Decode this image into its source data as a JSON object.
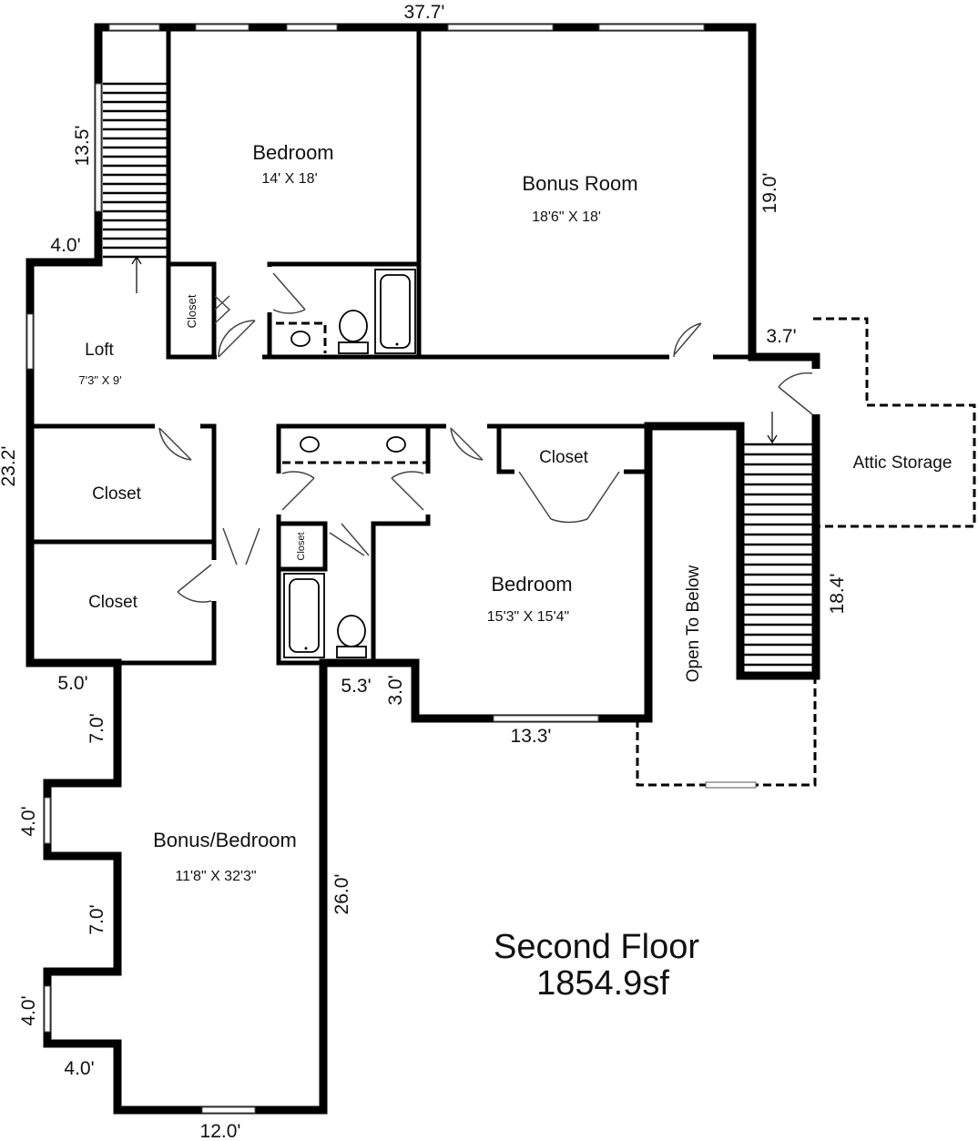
{
  "title": {
    "line1": "Second Floor",
    "line2": "1854.9sf"
  },
  "rooms": {
    "bedroom_nw": {
      "name": "Bedroom",
      "dims": "14' X 18'"
    },
    "bonus_room": {
      "name": "Bonus Room",
      "dims": "18'6\" X 18'"
    },
    "loft": {
      "name": "Loft",
      "dims": "7'3\" X 9'"
    },
    "closet_loft": {
      "name": "Closet"
    },
    "closet_upper_left": {
      "name": "Closet"
    },
    "closet_lower_left": {
      "name": "Closet"
    },
    "closet_bath": {
      "name": "Closet"
    },
    "closet_bedroom_se": {
      "name": "Closet"
    },
    "bedroom_se": {
      "name": "Bedroom",
      "dims": "15'3\" X 15'4\""
    },
    "attic_storage": {
      "name": "Attic Storage"
    },
    "open_to_below": {
      "name": "Open To Below"
    },
    "bonus_bedroom": {
      "name": "Bonus/Bedroom",
      "dims": "11'8\" X 32'3\""
    }
  },
  "dimensions": {
    "top": "37.7'",
    "stair_left": "13.5'",
    "loft_top": "4.0'",
    "right_upper": "19.0'",
    "right_step": "3.7'",
    "left_side": "23.2'",
    "stair_right": "18.4'",
    "bottom_left_step": "5.0'",
    "center_step_a": "5.3'",
    "center_step_b": "3.0'",
    "bedroom_bottom": "13.3'",
    "wing_a": "7.0'",
    "wing_b": "4.0'",
    "wing_c": "7.0'",
    "wing_d": "4.0'",
    "wing_e": "4.0'",
    "wing_right": "26.0'",
    "wing_bottom": "12.0'"
  }
}
